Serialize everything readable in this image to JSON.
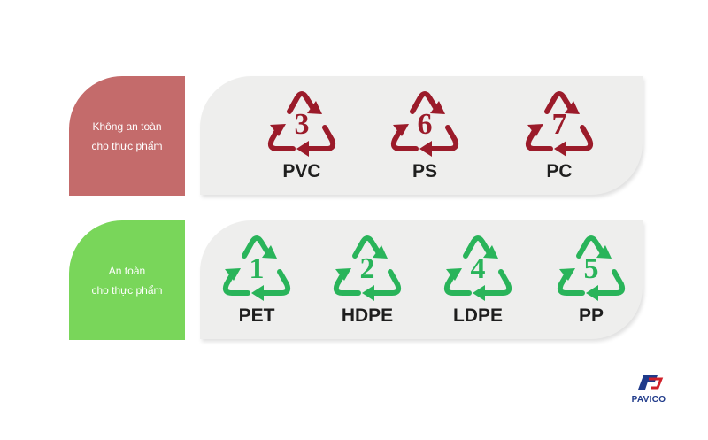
{
  "colors": {
    "unsafe_label_bg": "#c46b6b",
    "safe_label_bg": "#79d65a",
    "unsafe_symbol": "#9b1b2a",
    "safe_symbol": "#29b45a",
    "panel_bg": "#eeeeed",
    "logo_blue": "#1f3a8a",
    "logo_red": "#d0202a"
  },
  "unsafe": {
    "label": "Không an toàn\ncho thực phẩm",
    "symbols": [
      {
        "number": "3",
        "code": "PVC"
      },
      {
        "number": "6",
        "code": "PS"
      },
      {
        "number": "7",
        "code": "PC"
      }
    ]
  },
  "safe": {
    "label": "An toàn\ncho thực phẩm",
    "symbols": [
      {
        "number": "1",
        "code": "PET"
      },
      {
        "number": "2",
        "code": "HDPE"
      },
      {
        "number": "4",
        "code": "LDPE"
      },
      {
        "number": "5",
        "code": "PP"
      }
    ]
  },
  "logo": {
    "text": "PAVICO",
    "icon": "pavico-logo-icon"
  },
  "icons": {
    "recycle": "recycle-triangle-icon"
  }
}
